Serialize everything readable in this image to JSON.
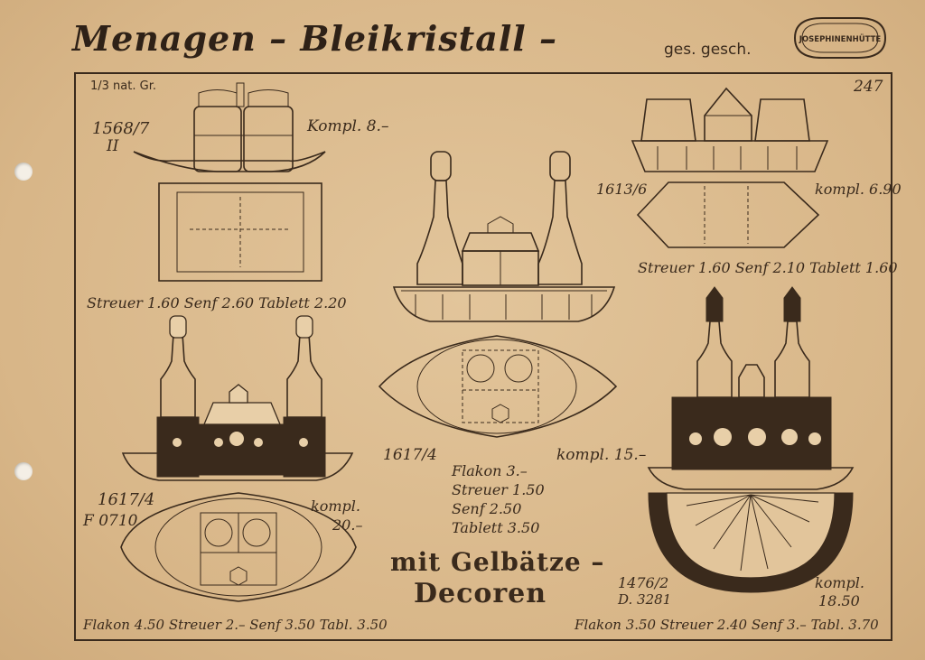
{
  "header": {
    "title": "Menagen – Bleikristall –",
    "protection": "ges. gesch.",
    "logo_text": "JOSEPHINENHÜTTE",
    "page_number": "247",
    "scale": "1/3 nat. Gr."
  },
  "items": [
    {
      "id": "item-1568-7",
      "model": "1568/7",
      "variant": "II",
      "total": "Kompl. 8.–",
      "parts": "Streuer 1.60  Senf 2.60  Tablett 2.20"
    },
    {
      "id": "item-1613-6",
      "model": "1613/6",
      "total": "kompl. 6.90",
      "parts": "Streuer 1.60  Senf 2.10  Tablett 1.60"
    },
    {
      "id": "item-1617-4",
      "model": "1617/4",
      "total": "kompl. 15.–",
      "parts": [
        "Flakon  3.–",
        "Streuer  1.50",
        "Senf  2.50",
        "Tablett  3.50"
      ]
    },
    {
      "id": "item-1617-4-f0710",
      "model": "1617/4",
      "variant": "F 0710",
      "total": "kompl.",
      "total_value": "20.–",
      "parts": "Flakon 4.50  Streuer 2.–  Senf 3.50  Tabl. 3.50"
    },
    {
      "id": "item-1476-2",
      "model": "1476/2",
      "variant": "D. 3281",
      "total": "kompl.",
      "total_value": "18.50",
      "parts": "Flakon 3.50  Streuer 2.40  Senf 3.–  Tabl. 3.70"
    }
  ],
  "decor_note": {
    "line1": "mit Gelbätze –",
    "line2": "Decoren"
  }
}
